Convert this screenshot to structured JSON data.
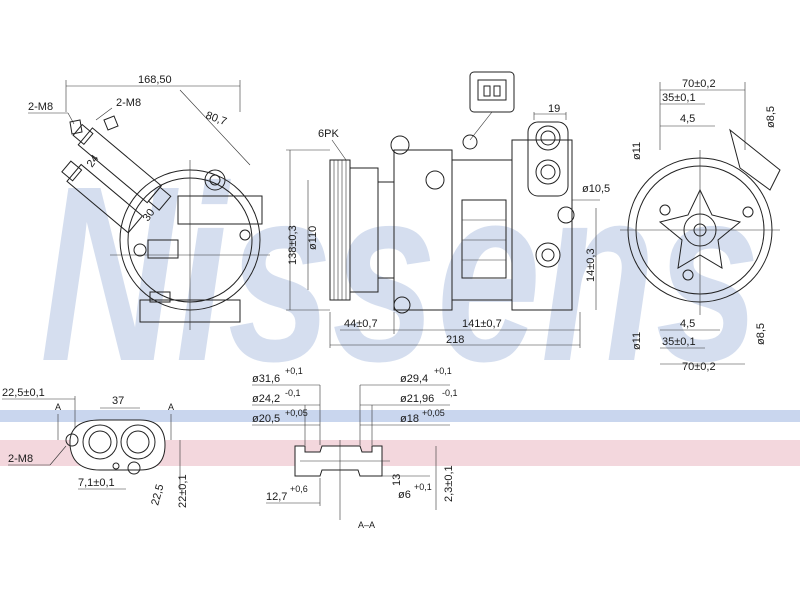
{
  "watermark": {
    "text": "Nissens",
    "color": "#c7d4ea"
  },
  "bands": {
    "blue": "#c9d6ee",
    "pink": "#f3d7dd"
  },
  "side_view": {
    "overall_width": "168,50",
    "bolt_left": "2-M8",
    "bolt_right": "2-M8",
    "angle_dim": "80,7",
    "small_dim_a": "24",
    "small_dim_b": "30"
  },
  "front_view": {
    "pulley_label": "6PK",
    "height_dim": "138±0,3",
    "pulley_dia": "ø110",
    "port_width": "19",
    "hole_dia": "ø10,5",
    "height_right": "14±0,3",
    "pulley_offset": "44±0,7",
    "body_length": "141±0,7",
    "overall_length": "218"
  },
  "end_view": {
    "top_width": "70±0,2",
    "top_mid": "35±0,1",
    "top_small": "4,5",
    "top_hole": "ø8,5",
    "top_left_hole": "ø11",
    "bottom_small": "4,5",
    "bottom_mid": "35±0,1",
    "bottom_width": "70±0,2",
    "bottom_left_hole": "ø11",
    "bottom_hole": "ø8,5"
  },
  "flange_view": {
    "offset": "22,5±0,1",
    "spacing": "37",
    "section_a": "A",
    "bolt": "2-M8",
    "small": "7,1±0,1",
    "dist": "22,5",
    "height": "22±0,1"
  },
  "section_view": {
    "d1": "ø31,6",
    "d1_tol": "+0,1",
    "d2": "ø24,2",
    "d2_tol": "-0,1",
    "d3": "ø20,5",
    "d3_tol": "+0,05",
    "d4": "ø29,4",
    "d4_tol": "+0,1",
    "d5": "ø21,96",
    "d5_tol": "-0,1",
    "d6": "ø18",
    "d6_tol": "+0,05",
    "depth": "12,7",
    "depth_tol": "+0,6",
    "h1": "13",
    "d7": "ø6",
    "d7_tol": "+0,1",
    "h2": "2,3±0,1",
    "caption": "A–A"
  }
}
